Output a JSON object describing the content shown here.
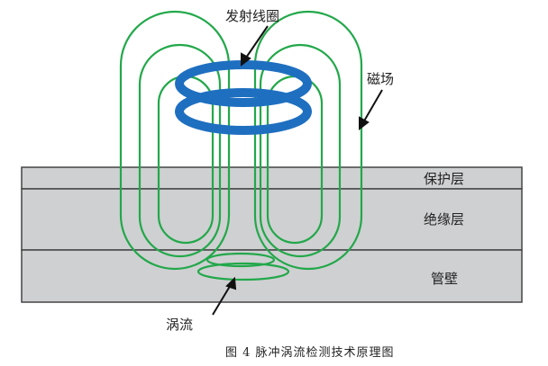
{
  "labels": {
    "transmit_coil": "发射线圈",
    "magnetic_field": "磁场",
    "protective_layer": "保护层",
    "insulation_layer": "绝缘层",
    "pipe_wall": "管壁",
    "eddy_current": "涡流"
  },
  "caption": "图 4  脉冲涡流检测技术原理图",
  "colors": {
    "coil": "#1f6fc0",
    "field_lines": "#22a84a",
    "layers": "#cfd0d2",
    "layer_border": "#444444",
    "arrows": "#111111"
  }
}
